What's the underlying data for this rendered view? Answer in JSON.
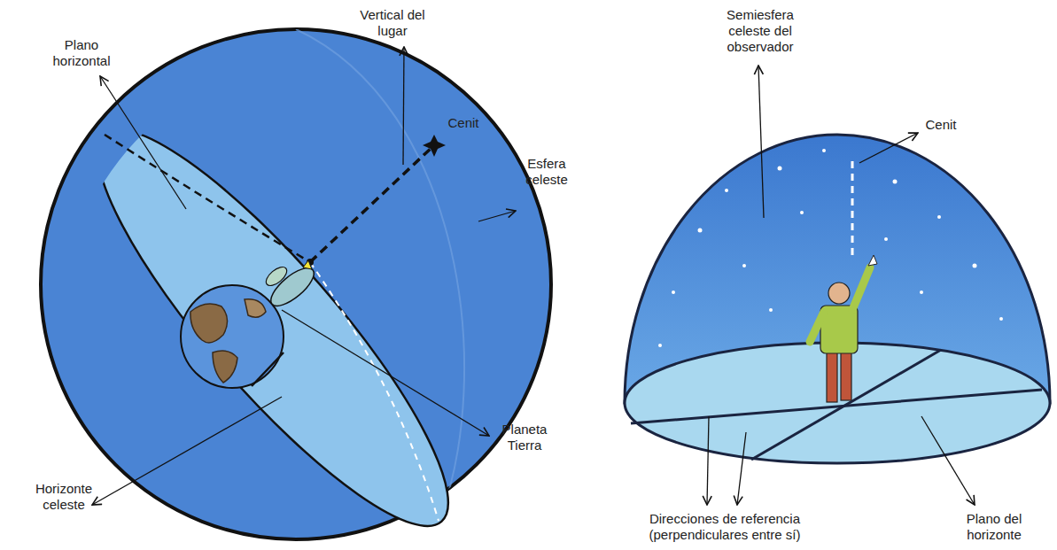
{
  "diagram": {
    "labels": [
      "Plano horizontal",
      "Vertical del lugar",
      "Cenit",
      "Esfera celeste",
      "Planeta Tierra",
      "Horizonte celeste",
      "Semiesfera celeste del observador",
      "Cenit",
      "Direcciones de referencia (perpendiculares entre sí)",
      "Plano del horizonte"
    ]
  }
}
